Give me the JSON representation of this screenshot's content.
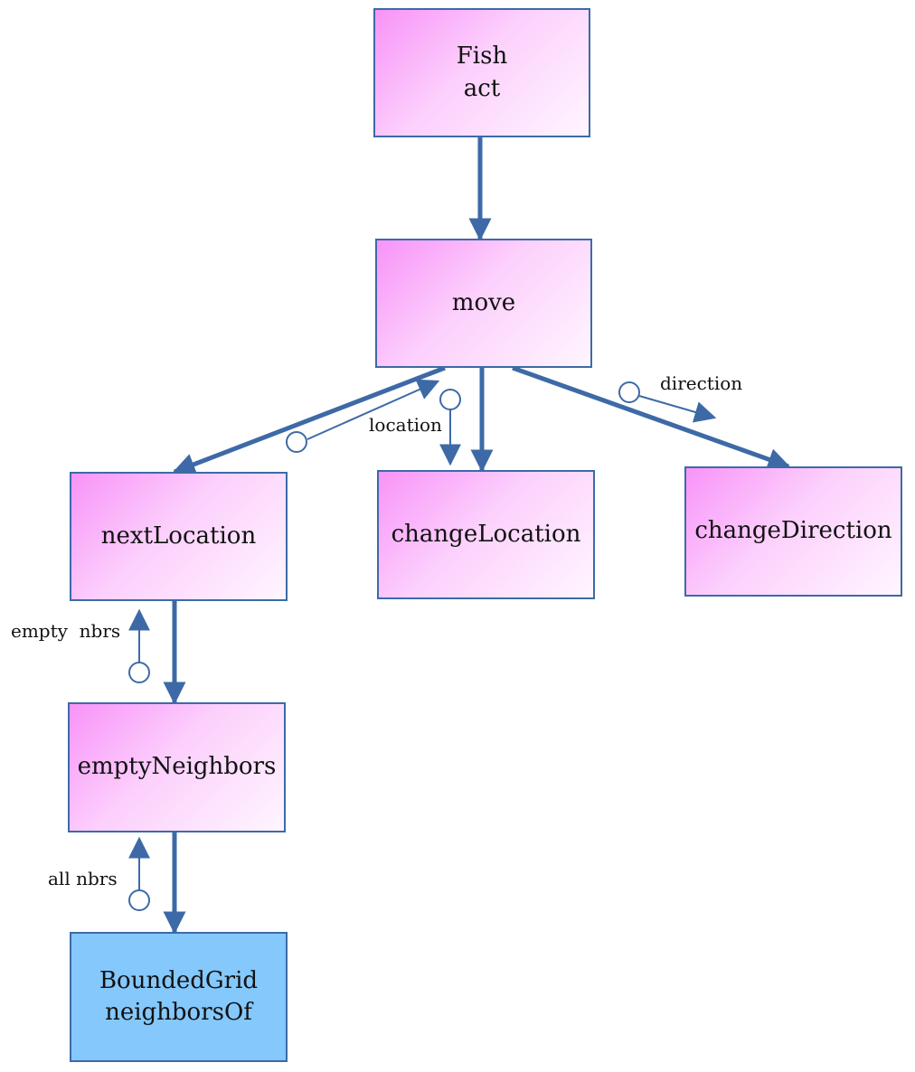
{
  "boxes": {
    "fish_act": {
      "line1": "Fish",
      "line2": "act"
    },
    "move": {
      "line1": "move"
    },
    "next_location": {
      "line1": "nextLocation"
    },
    "change_location": {
      "line1": "changeLocation"
    },
    "change_direction": {
      "line1": "changeDirection"
    },
    "empty_neighbors": {
      "line1": "emptyNeighbors"
    },
    "bounded_grid": {
      "line1": "BoundedGrid",
      "line2": "neighborsOf"
    }
  },
  "labels": {
    "location": "location",
    "direction": "direction",
    "empty_nbrs": "empty  nbrs",
    "all_nbrs": "all nbrs"
  },
  "colors": {
    "arrow": "#3d6aa7",
    "border": "#3d6aa7",
    "module_gradient_start": "#f893f8",
    "module_gradient_end": "#fff6ff",
    "library_module": "#84c8fc"
  }
}
